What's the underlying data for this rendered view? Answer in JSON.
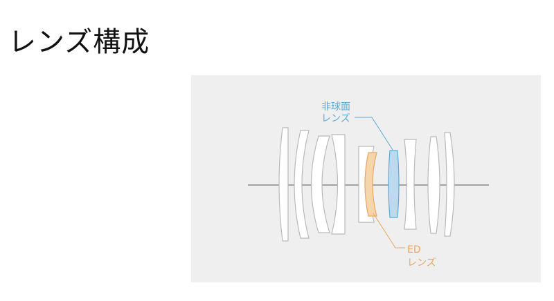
{
  "page": {
    "title": "レンズ構成"
  },
  "diagram": {
    "colors": {
      "panel_background": "#efefef",
      "lens_fill": "#ffffff",
      "lens_stroke": "#b9b9b9",
      "optical_axis": "#555555",
      "aspherical_accent": "#5aaad8",
      "aspherical_fill": "#bcd9ee",
      "ed_accent": "#e8a75e",
      "ed_fill": "#f6d5aa"
    },
    "callouts": {
      "aspherical": {
        "line1": "非球面",
        "line2": "レンズ"
      },
      "ed": {
        "line1": "ED",
        "line2": "レンズ"
      }
    }
  }
}
